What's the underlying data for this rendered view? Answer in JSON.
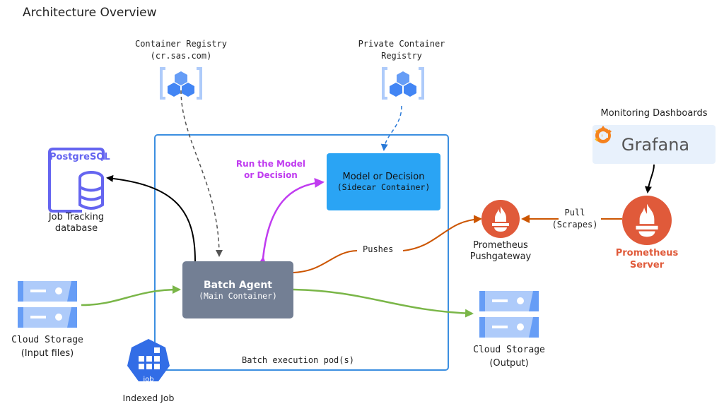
{
  "title": "Architecture Overview",
  "registry_public": {
    "line1": "Container Registry",
    "line2": "(cr.sas.com)",
    "icon": "container-registry-icon"
  },
  "registry_private": {
    "line1": "Private Container",
    "line2": "Registry",
    "icon": "container-registry-icon"
  },
  "postgres": {
    "logo_text": "PostgreSQL",
    "line1": "Job Tracking",
    "line2": "database",
    "icon": "database-icon"
  },
  "run_model_label": {
    "line1": "Run the Model",
    "line2": "or Decision"
  },
  "sidecar": {
    "line1": "Model or Decision",
    "line2": "(Sidecar Container)"
  },
  "agent": {
    "line1": "Batch Agent",
    "line2": "(Main Container)"
  },
  "pushes_label": "Pushes",
  "pushgateway": {
    "line1": "Prometheus",
    "line2": "Pushgateway",
    "icon": "prometheus-icon"
  },
  "pull_label": {
    "line1": "Pull",
    "line2": "(Scrapes)"
  },
  "prometheus_server": {
    "line1": "Prometheus",
    "line2": "Server",
    "icon": "prometheus-icon"
  },
  "monitoring": {
    "heading": "Monitoring Dashboards",
    "brand": "Grafana",
    "icon": "grafana-logo-icon"
  },
  "storage_input": {
    "line1": "Cloud Storage",
    "line2": "(Input files)",
    "icon": "cloud-storage-icon"
  },
  "storage_output": {
    "line1": "Cloud Storage",
    "line2": "(Output)",
    "icon": "cloud-storage-icon"
  },
  "pod_label": "Batch execution pod(s)",
  "job": {
    "badge": "job",
    "label": "Indexed Job",
    "icon": "kubernetes-job-icon"
  },
  "colors": {
    "pod_border": "#3b8ee0",
    "sidecar": "#2aa4f4",
    "agent": "#737f94",
    "run_model": "#c03cf0",
    "pushes": "#cc5500",
    "prometheus": "#e05a3a",
    "data_flow": "#7ab648",
    "postgres": "#6565f0",
    "registry_arrow_public": "#555555",
    "registry_arrow_private": "#2a7ad8"
  }
}
